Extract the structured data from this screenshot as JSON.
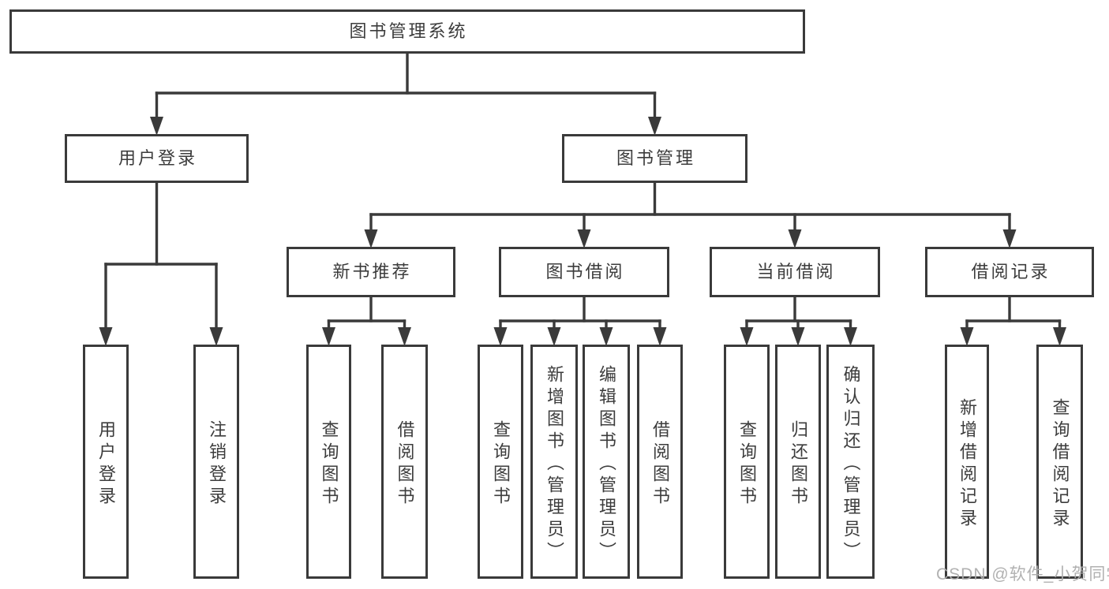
{
  "diagram": {
    "root": {
      "label": "图书管理系统"
    },
    "user_login": {
      "label": "用户登录",
      "children": [
        {
          "label": "用户登录"
        },
        {
          "label": "注销登录"
        }
      ]
    },
    "book_mgmt": {
      "label": "图书管理",
      "sections": [
        {
          "label": "新书推荐",
          "children": [
            {
              "label": "查询图书"
            },
            {
              "label": "借阅图书"
            }
          ]
        },
        {
          "label": "图书借阅",
          "children": [
            {
              "label": "查询图书"
            },
            {
              "label": "新增图书（管理员）"
            },
            {
              "label": "编辑图书（管理员）"
            },
            {
              "label": "借阅图书"
            }
          ]
        },
        {
          "label": "当前借阅",
          "children": [
            {
              "label": "查询图书"
            },
            {
              "label": "归还图书"
            },
            {
              "label": "确认归还（管理员）"
            }
          ]
        },
        {
          "label": "借阅记录",
          "children": [
            {
              "label": "新增借阅记录"
            },
            {
              "label": "查询借阅记录"
            }
          ]
        }
      ]
    },
    "colors": {
      "line": "#3a3a3a",
      "box_border": "#3a3a3a",
      "text": "#3c3c3c",
      "background": "#ffffff",
      "watermark": "#adadad"
    }
  },
  "watermark": {
    "text": "CSDN @软件_小贺同学"
  }
}
